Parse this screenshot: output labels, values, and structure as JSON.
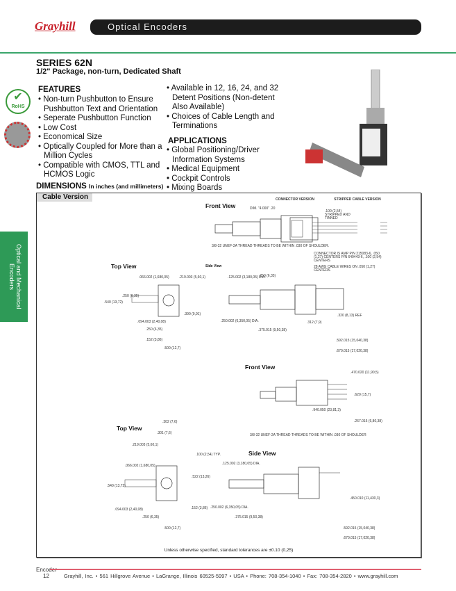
{
  "header": {
    "logo": "Grayhill",
    "banner": "Optical Encoders"
  },
  "title": {
    "series": "SERIES 62N",
    "subtitle": "1/2\" Package, non-turn, Dedicated Shaft"
  },
  "side_tab": "Optical and Mechanical Encoders",
  "badges": {
    "rohs": "RoHS"
  },
  "features": {
    "heading": "FEATURES",
    "items": [
      "Non-turn Pushbutton to Ensure Pushbutton Text and Orientation",
      "Seperate Pushbutton Function",
      "Low Cost",
      "Economical Size",
      "Optically Coupled for More than a Million Cycles",
      "Compatible with CMOS, TTL and HCMOS Logic"
    ]
  },
  "features_right": [
    "Available in 12, 16, 24, and 32 Detent Positions (Non-detent Also Available)",
    "Choices of Cable Length and Terminations"
  ],
  "applications": {
    "heading": "APPLICATIONS",
    "items": [
      "Global Positioning/Driver Information Systems",
      "Medical Equipment",
      "Cockpit Controls",
      "Mixing Boards"
    ]
  },
  "dimensions": {
    "heading": "DIMENSIONS",
    "units": "In inches (and millimeters)"
  },
  "drawing": {
    "cable_version": "Cable Version",
    "front_view": "Front View",
    "top_view": "Top View",
    "side_view": "Side View",
    "connector_version": "CONNECTOR VERSION",
    "stripped_version": "STRIPPED CABLE VERSION",
    "dim_len": "DIM. \"4.000\" .20",
    "stripped": ".100 (2,54) STRIPPED AND TINNED",
    "thread": "3/8-32 UNEF-2A THREAD THREADS TO BE WITHIN .030 OF SHOULDER.",
    "connector": "CONNECTOR IS AMP P/N 215083-6, .050 (1,27) CENTERS P/N 640443-6, .100 (2,54) CENTERS",
    "awg": "28 AWG CABLE WIRES ON .050 (1,27) CENTERS",
    "dims1": [
      ".066.002 (1,680,05)",
      ".219.003 (5,60,1)",
      ".250 (6,35)",
      ".540 (13,72)",
      ".390 (9,91)",
      ".094.003 (2,40,08)",
      ".250 (6,35)",
      ".152 (3,86)",
      ".500 (12,7)",
      ".125.002 (3,180,05) DIA.",
      ".250 (6,35)",
      ".250.002 (6,350,05) DIA.",
      ".312 (7,9)",
      ".320 (8,13) REF",
      ".375.015 (9,50,38)",
      ".592.015 (15,040,38)",
      ".670.015 (17,020,38)"
    ],
    "dims2": [
      ".470.020 (11,90,5)",
      ".620 (15,7)",
      ".940.050 (23,81,3)",
      ".267.015 (6,80,38)",
      ".302 (7,6)",
      ".301 (7,6)",
      ".219.003 (5,60,1)",
      ".100 (2,54) TYP.",
      ".066.002 (1,680,05)",
      ".522 (13,26)",
      ".540 (13,72)",
      ".094.003 (2,40,08)",
      ".250 (6,35)",
      ".152 (3,86)",
      ".500 (12,7)",
      ".125.002 (3,180,05) DIA.",
      ".250.002 (6,350,05) DIA.",
      ".375.015 (9,50,38)",
      ".450.010 (11,430,3)",
      ".592.015 (15,040,38)",
      ".670.015 (17,020,38)"
    ],
    "thread2": "3/8-32 UNEF-2A THREAD THREADS TO BE WITHIN .030 OF SHOULDER",
    "tolerance": "Unless otherwise specified, standard tolerances are ±0.10 (0,25)"
  },
  "footer": {
    "section": "Encoder",
    "page": "12",
    "address": "Grayhill, Inc. • 561 Hillgrove Avenue • LaGrange, Illinois  60525-5997 • USA • Phone: 708-354-1040 • Fax: 708-354-2820 • www.grayhill.com"
  }
}
